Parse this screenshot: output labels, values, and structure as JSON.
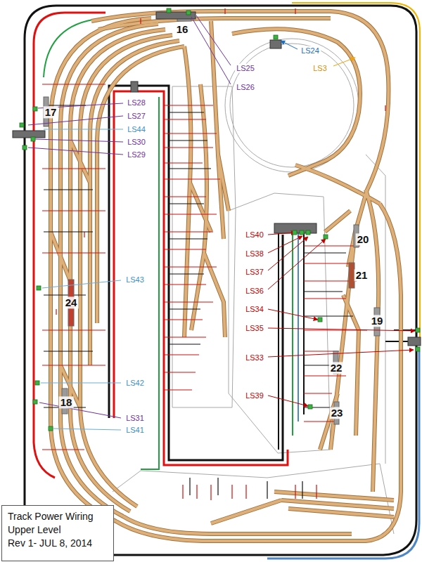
{
  "diagram": {
    "nodes": [
      {
        "text": [
          "Track Power Wiring",
          "Upper Level",
          "Rev 1- JUL 8, 2014"
        ]
      }
    ],
    "labels": [
      "16",
      "LS24",
      "LS3",
      "LS25",
      "LS26",
      "LS28",
      "17",
      "LS27",
      "LS44",
      "LS30",
      "LS29",
      "LS40",
      "20",
      "LS38",
      "LS37",
      "21",
      "LS43",
      "LS36",
      "24",
      "LS34",
      "19",
      "LS35",
      "LS33",
      "22",
      "LS42",
      "LS39",
      "18",
      "23",
      "LS31",
      "LS41"
    ]
  }
}
